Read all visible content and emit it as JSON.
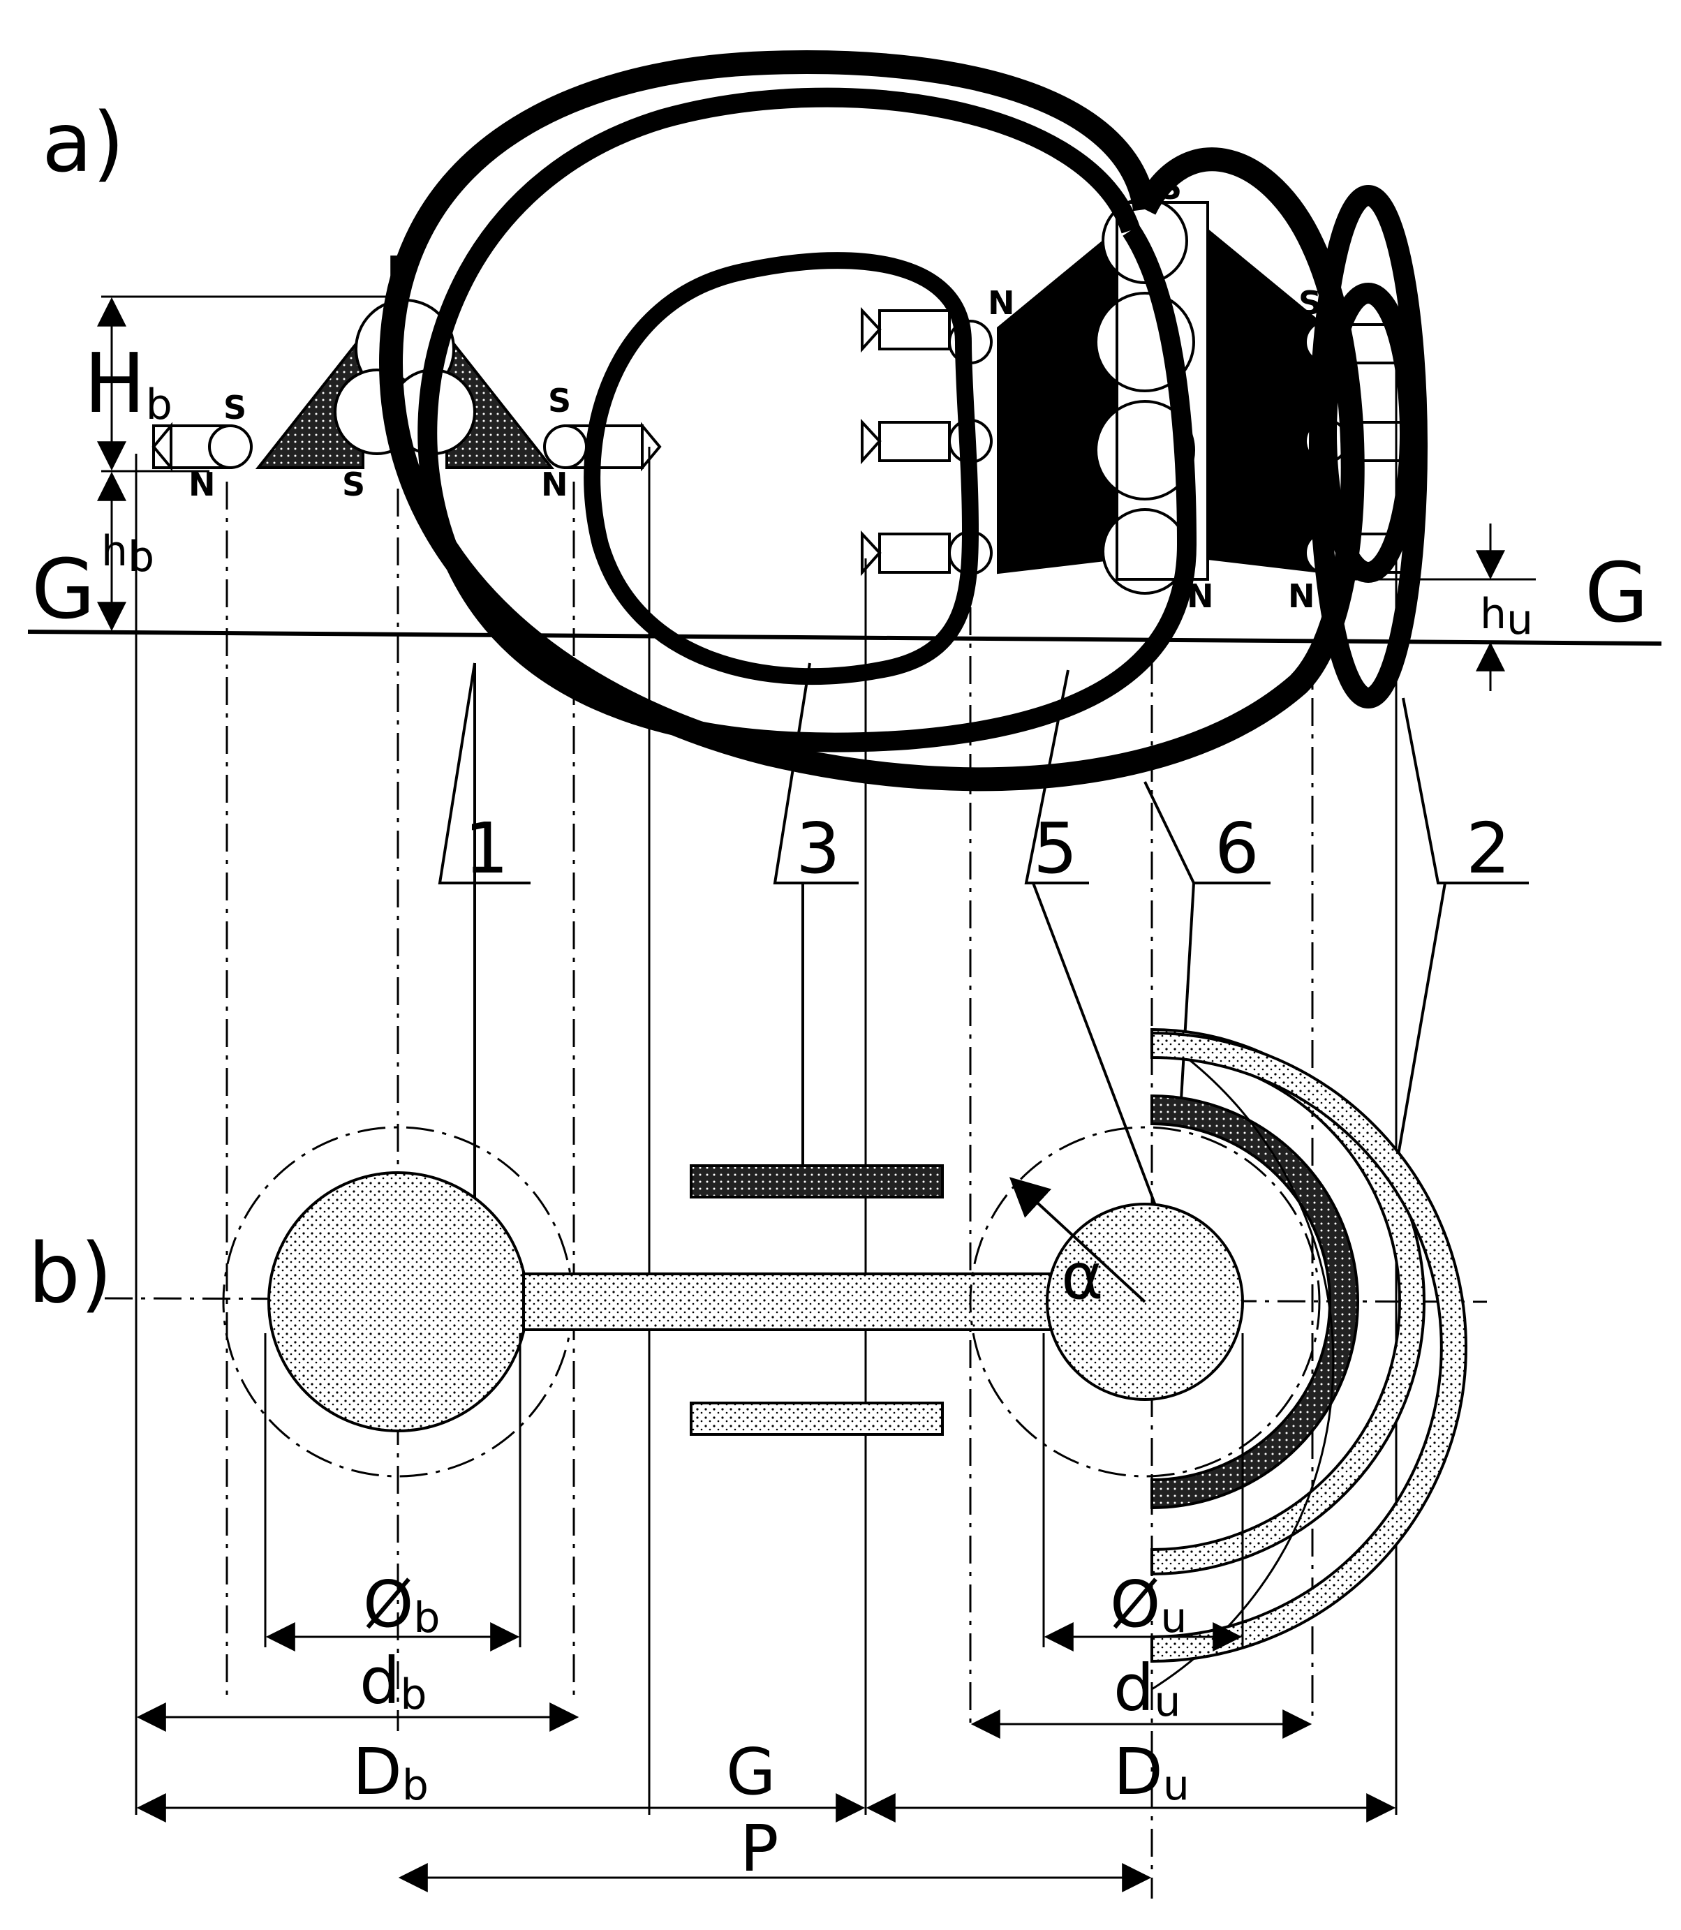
{
  "figure": {
    "part_labels": {
      "a": "a)",
      "b": "b)"
    },
    "ground": {
      "left": "G",
      "right": "G",
      "gap": "G"
    },
    "heights": {
      "Hb": {
        "main": "H",
        "sub": "b"
      },
      "hb": {
        "main": "h",
        "sub": "b"
      },
      "hu": {
        "main": "h",
        "sub": "u"
      }
    },
    "callouts": [
      "1",
      "3",
      "5",
      "6",
      "2"
    ],
    "poles": [
      "S",
      "S",
      "N",
      "N",
      "S",
      "N",
      "N",
      "S",
      "S",
      "N",
      "N"
    ],
    "dimensions": {
      "phi_b": {
        "main": "Ø",
        "sub": "b"
      },
      "d_b": {
        "main": "d",
        "sub": "b"
      },
      "D_b": {
        "main": "D",
        "sub": "b"
      },
      "phi_u": {
        "main": "Ø",
        "sub": "u"
      },
      "d_u": {
        "main": "d",
        "sub": "u"
      },
      "D_u": {
        "main": "D",
        "sub": "u"
      },
      "P": "P",
      "alpha": "α"
    }
  },
  "colors": {
    "ink": "#000000",
    "paper": "#ffffff",
    "fill": "#cfcfcf"
  }
}
